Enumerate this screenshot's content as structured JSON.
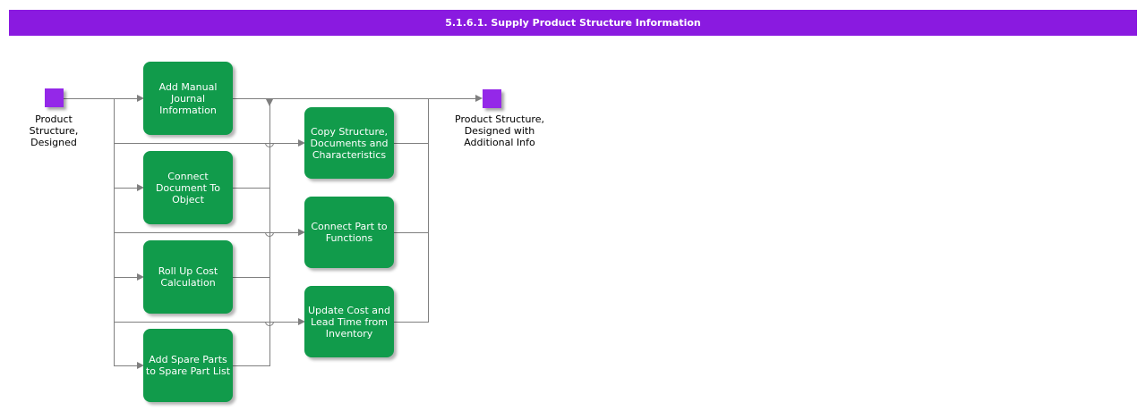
{
  "colors": {
    "purple": "#8a1ae0",
    "node-purple": "#9428e8",
    "green": "#119b4b",
    "line": "#7f7f7f",
    "bg": "#ffffff"
  },
  "header": {
    "title": "5.1.6.1. Supply Product Structure Information"
  },
  "nodes": {
    "start": {
      "label": "Product Structure, Designed"
    },
    "end": {
      "label": "Product Structure, Designed with Additional Info"
    }
  },
  "activities": {
    "left": [
      {
        "label": "Add Manual Journal Information"
      },
      {
        "label": "Connect Document To Object"
      },
      {
        "label": "Roll Up Cost Calculation"
      },
      {
        "label": "Add Spare Parts to Spare Part List"
      }
    ],
    "middle": [
      {
        "label": "Copy Structure, Documents and Characteristics"
      },
      {
        "label": "Connect Part to Functions"
      },
      {
        "label": "Update Cost and Lead Time from Inventory"
      }
    ]
  }
}
